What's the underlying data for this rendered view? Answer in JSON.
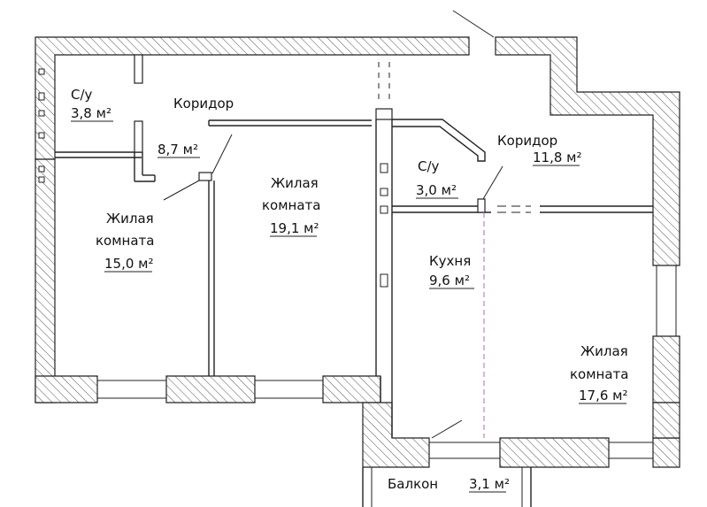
{
  "rooms": {
    "bath_left": {
      "name": "С/у",
      "area": "3,8 м²"
    },
    "corridor_left": {
      "name": "Коридор",
      "area": "8,7 м²"
    },
    "living_left": {
      "name_line1": "Жилая",
      "name_line2": "комната",
      "area": "15,0 м²"
    },
    "living_center": {
      "name_line1": "Жилая",
      "name_line2": "комната",
      "area": "19,1 м²"
    },
    "bath_right": {
      "name": "С/у",
      "area": "3,0 м²"
    },
    "corridor_right": {
      "name": "Коридор",
      "area": "11,8 м²"
    },
    "kitchen": {
      "name": "Кухня",
      "area": "9,6 м²"
    },
    "living_right": {
      "name_line1": "Жилая",
      "name_line2": "комната",
      "area": "17,6 м²"
    },
    "balcony": {
      "name": "Балкон",
      "area": "3,1 м²"
    }
  },
  "colors": {
    "wall_stroke": "#222222",
    "hatch": "#555555",
    "dashed_accent": "#b06ac0"
  }
}
